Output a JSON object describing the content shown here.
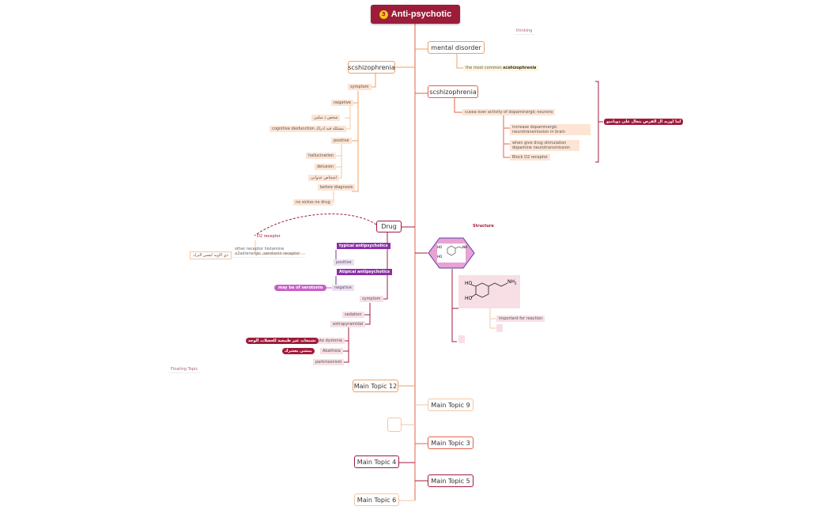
{
  "colors": {
    "central_bg": "#9c1c3a",
    "orange": "#f0a060",
    "pale_orange": "#f3c7a4",
    "crimson": "#a01c3c",
    "purple": "#8b2fa8",
    "peach_fill": "#fde4d4",
    "pink_fill": "#f7dfe5",
    "hex_fill": "#e8a2d4",
    "hex_stroke": "#5a3ea8"
  },
  "central": {
    "number": "3",
    "title": "Anti-psychotic",
    "icon": "number-badge-icon"
  },
  "floating": {
    "thinking": "thinking",
    "floating_topic": "Floating Topic",
    "structure": "Structure"
  },
  "right": {
    "mental_disorder": "mental disorder",
    "mental_note_prefix": "the most common ",
    "mental_note_emph": "scshizophrenia",
    "scs_right": "scshizophrenia",
    "cause": "cusea over activity of dopaminergic neurons",
    "increase": "increase dopaminergic neurotransmission in brain",
    "when_give": "when give drug stimulation dopamine neurotransmission",
    "block": "Block D2 receptor",
    "arabic_summary": "لما اوزيد ال الفرص بتعال على دوباميو",
    "important": "important for reaction"
  },
  "left": {
    "scs_left": "scshizophrenia",
    "symptom": "symptom",
    "negative": "negative",
    "ar_neg1": "شخص ذ سلبي",
    "cognitive": "cognitive desfunction مشكلة فيه ادراك",
    "positive": "positive",
    "hallucination": "hallucination",
    "delusion": "delusion",
    "ar_pos": "اشخاص عدواني",
    "before_diag": "before diagnosis",
    "no_drug": "no sickss no drug"
  },
  "drug": {
    "title": "Drug",
    "d2_receptor": "D2 receptor",
    "other_receptor": "other receptor histamine a2adrenergic ,serotonin receptor",
    "ar_receptor": "ذي الاويه لنفس الترك",
    "typical": "typical antipsychotics",
    "typ_positive": "positive",
    "atypical": "Atipical antipsychotics",
    "atyp_negative": "negative",
    "serotonin_tag": "may be of serotonin",
    "symptom": "symptom",
    "sedation": "sedation",
    "extrapyramidal": "extrapyramidal",
    "acute_dystonia": "acute dystonia",
    "ar_dystonia": "تشنجات غير طبيعية للعضلات الوجه",
    "akathisia": "Akathisia",
    "ar_akathisia": "يمشي بعشرك",
    "parkinsonism": "parkinsonism"
  },
  "main_topics": {
    "t12": "Main Topic 12",
    "t9": "Main Topic 9",
    "t3": "Main Topic 3",
    "t4": "Main Topic 4",
    "t5": "Main Topic 5",
    "t6": "Main Topic 6"
  },
  "molecule": {
    "nh2": "NH",
    "sub2": "2",
    "ho": "HO"
  }
}
